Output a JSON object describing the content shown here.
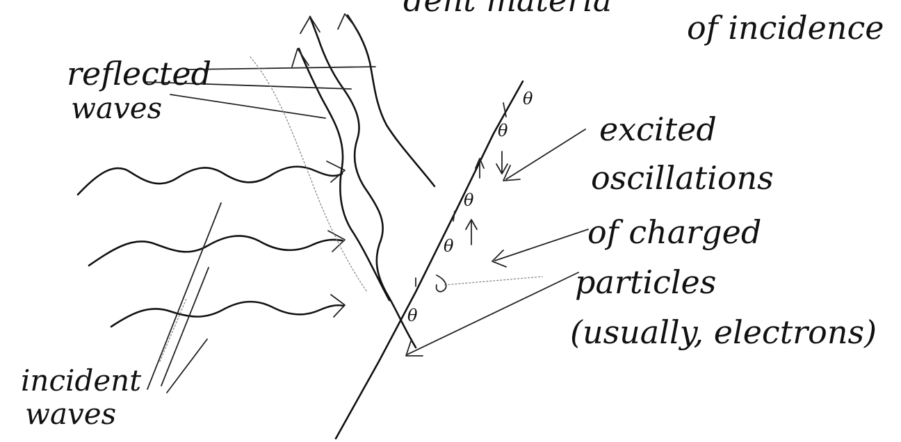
{
  "labels": {
    "top_line1": "dent materia",
    "top_line2": "of incidence",
    "reflected_line1": "reflected",
    "reflected_line2": "waves",
    "excited_line1": "excited",
    "excited_line2": "oscillations",
    "excited_line3": "of charged",
    "excited_line4": "particles",
    "excited_line5": "(usually, electrons)",
    "incident_line1": "incident",
    "incident_line2": "waves"
  },
  "charges": [
    "θ",
    "θ",
    "θ",
    "θ",
    "θ"
  ]
}
